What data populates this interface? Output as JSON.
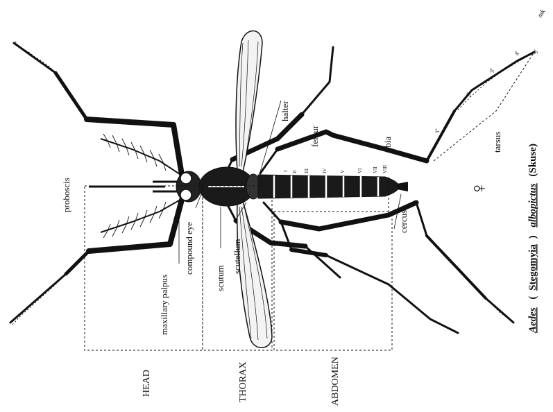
{
  "figure": {
    "labels": {
      "proboscis": "proboscis",
      "maxillary_palpus": "maxillary palpus",
      "compound_eye": "compound eye",
      "scutum": "scutum",
      "scutellum": "scutellum",
      "halter": "halter",
      "femur": "femur",
      "tibia": "tibia",
      "tarsus": "tarsus",
      "cercus": "cercus"
    },
    "regions": {
      "head": "HEAD",
      "thorax": "THORAX",
      "abdomen": "ABDOMEN"
    },
    "segments": [
      "I",
      "II",
      "III",
      "IV",
      "V",
      "VI",
      "VII",
      "VIII"
    ],
    "tarsus_numbers": [
      "1º",
      "2º",
      "3º",
      "4º",
      "5º"
    ],
    "species": {
      "genus": "Aedes",
      "open": "(",
      "subgenus": "Stegomyia",
      "close": ")",
      "epithet": "albopictus",
      "author": "(Skuse)"
    },
    "sex_symbol": "♀",
    "signature": "mk"
  }
}
